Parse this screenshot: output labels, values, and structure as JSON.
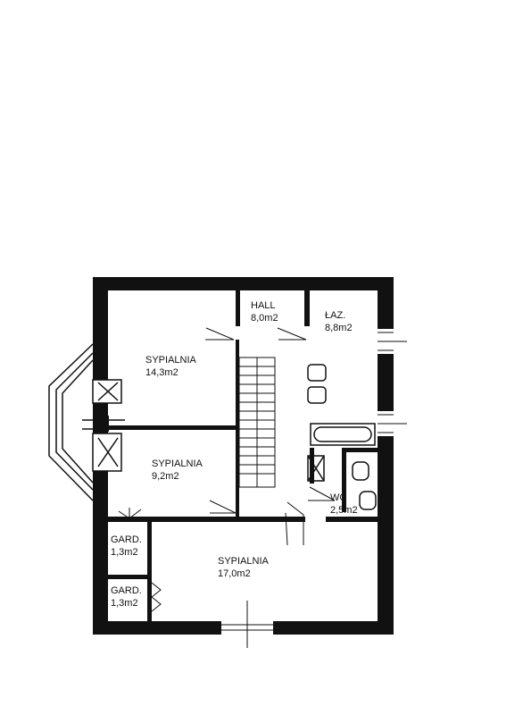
{
  "rooms": [
    {
      "id": "hall",
      "name": "HALL",
      "area": "8,0m2"
    },
    {
      "id": "lazienka",
      "name": "ŁAZ.",
      "area": "8,8m2"
    },
    {
      "id": "sypialnia-1",
      "name": "SYPIALNIA",
      "area": "14,3m2"
    },
    {
      "id": "sypialnia-2",
      "name": "SYPIALNIA",
      "area": "9,2m2"
    },
    {
      "id": "wc",
      "name": "WC",
      "area": "2,5m2"
    },
    {
      "id": "garderoba-1",
      "name": "GARD.",
      "area": "1,3m2"
    },
    {
      "id": "sypialnia-3",
      "name": "SYPIALNIA",
      "area": "17,0m2"
    },
    {
      "id": "garderoba-2",
      "name": "GARD.",
      "area": "1,3m2"
    }
  ],
  "colors": {
    "wall": "#111111",
    "line": "#111111",
    "background": "#ffffff"
  }
}
